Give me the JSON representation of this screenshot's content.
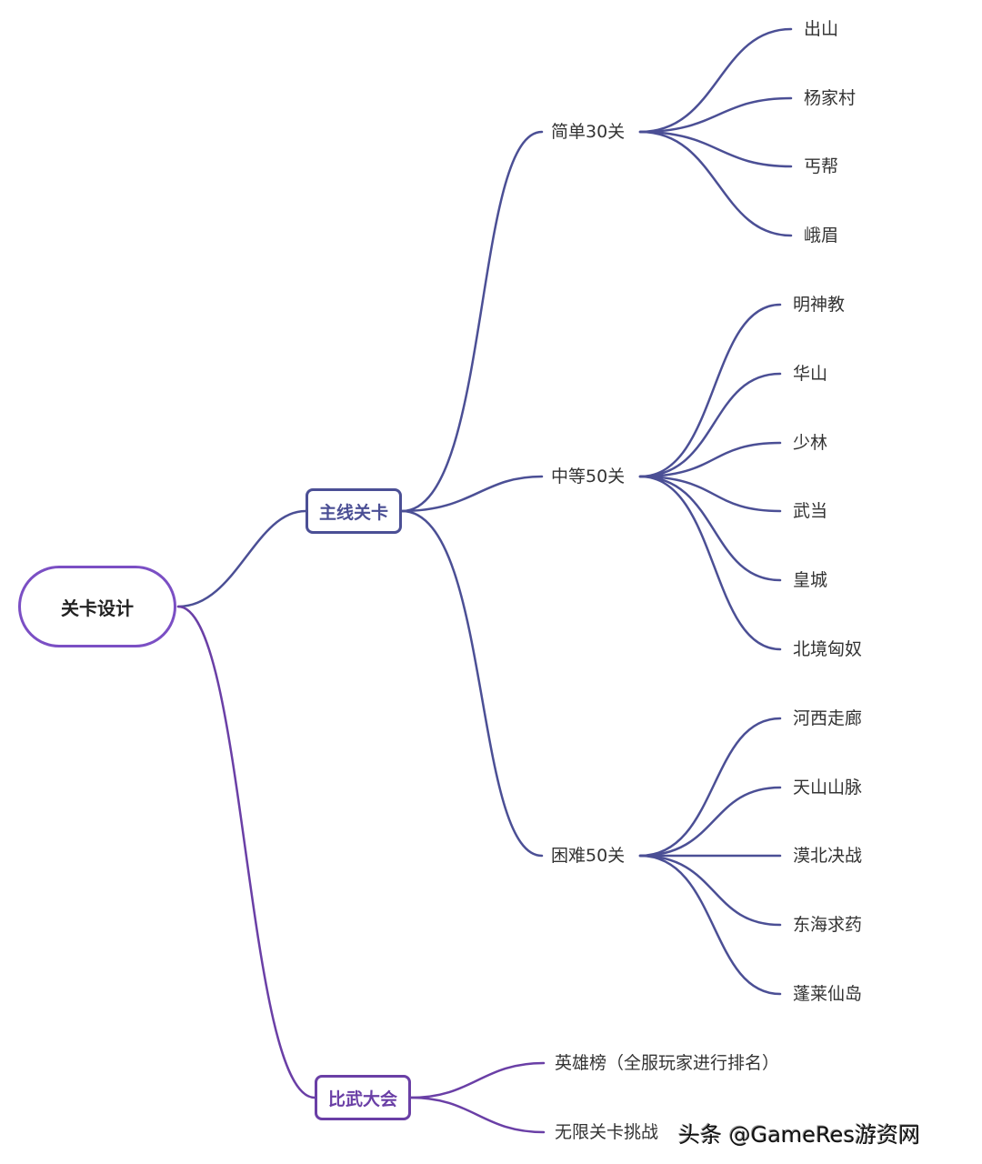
{
  "colors": {
    "main_branch": "#4b4f95",
    "contest_branch": "#6a3fa6",
    "root_border": "#7b4fc4",
    "text": "#333333"
  },
  "root": {
    "label": "关卡设计"
  },
  "main_branch": {
    "label": "主线关卡",
    "groups": [
      {
        "label": "简单30关",
        "children": [
          "出山",
          "杨家村",
          "丐帮",
          "峨眉"
        ]
      },
      {
        "label": "中等50关",
        "children": [
          "明神教",
          "华山",
          "少林",
          "武当",
          "皇城",
          "北境匈奴"
        ]
      },
      {
        "label": "困难50关",
        "children": [
          "河西走廊",
          "天山山脉",
          "漠北决战",
          "东海求药",
          "蓬莱仙岛"
        ]
      }
    ]
  },
  "contest_branch": {
    "label": "比武大会",
    "children": [
      "英雄榜（全服玩家进行排名）",
      "无限关卡挑战"
    ]
  },
  "watermark": "头条 @GameRes游资网"
}
